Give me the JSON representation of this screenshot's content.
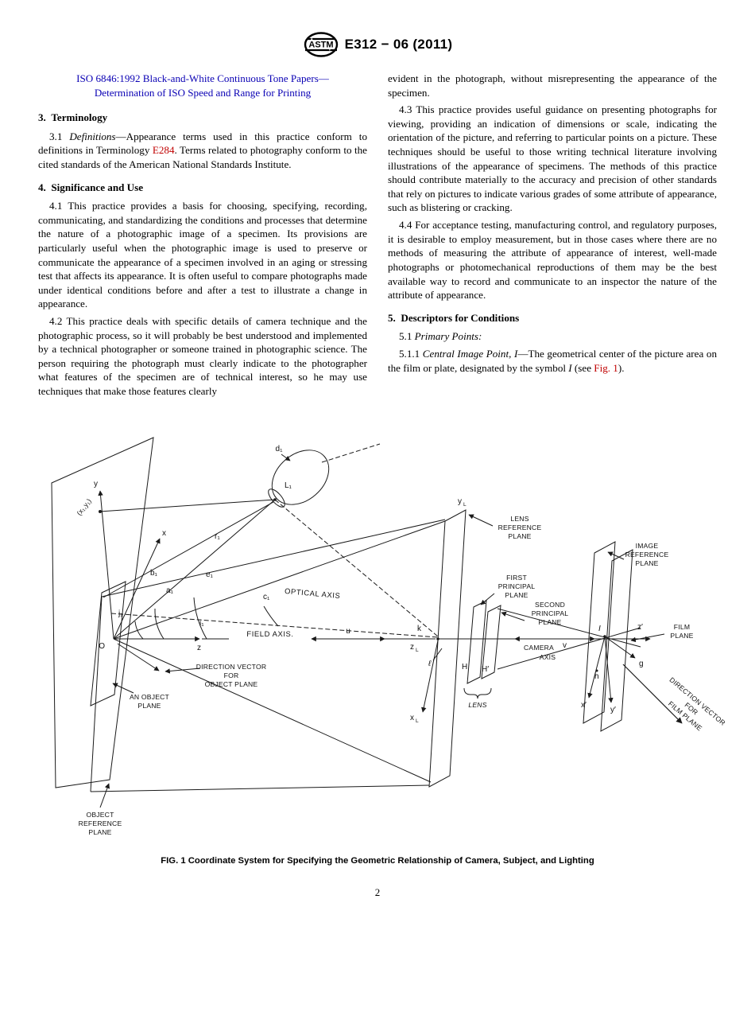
{
  "colors": {
    "external_link": "#0a00b4",
    "internal_link": "#c00000"
  },
  "header": {
    "logo_text": "ASTM",
    "designation": "E312 − 06 (2011)"
  },
  "left_column": {
    "iso_link_lines": [
      "ISO 6846:1992 Black-and-White Continuous Tone Papers—",
      "Determination of ISO Speed and Range for Printing"
    ],
    "s3_title": "3.  Terminology",
    "p31": [
      {
        "t": "3.1 ",
        "n": "para-number"
      },
      {
        "t": "Definitions",
        "s": "i",
        "n": "term-definitions"
      },
      {
        "t": "—Appearance terms used in this practice conform to definitions in Terminology ",
        "n": "text-run"
      },
      {
        "t": "E284",
        "s": "red",
        "n": "link-E284"
      },
      {
        "t": ". Terms related to photography conform to the cited standards of the American National Standards Institute.",
        "n": "text-run"
      }
    ],
    "s4_title": "4.  Significance and Use",
    "p41": "4.1 This practice provides a basis for choosing, specifying, recording, communicating, and standardizing the conditions and processes that determine the nature of a photographic image of a specimen. Its provisions are particularly useful when the photographic image is used to preserve or communicate the appearance of a specimen involved in an aging or stressing test that affects its appearance. It is often useful to compare photographs made under identical conditions before and after a test to illustrate a change in appearance.",
    "p42": "4.2 This practice deals with specific details of camera technique and the photographic process, so it will probably be best understood and implemented by a technical photographer or someone trained in photographic science. The person requiring the photograph must clearly indicate to the photographer what features of the specimen are of technical interest, so he may use techniques that make those features clearly"
  },
  "right_column": {
    "p42_cont": "evident in the photograph, without misrepresenting the appearance of the specimen.",
    "p43": "4.3 This practice provides useful guidance on presenting photographs for viewing, providing an indication of dimensions or scale, indicating the orientation of the picture, and referring to particular points on a picture. These techniques should be useful to those writing technical literature involving illustrations of the appearance of specimens. The methods of this practice should contribute materially to the accuracy and precision of other standards that rely on pictures to indicate various grades of some attribute of appearance, such as blistering or cracking.",
    "p44": "4.4 For acceptance testing, manufacturing control, and regulatory purposes, it is desirable to employ measurement, but in those cases where there are no methods of measuring the attribute of appearance of interest, well-made photographs or photomechanical reproductions of them may be the best available way to record and communicate to an inspector the nature of the attribute of appearance.",
    "s5_title": "5.  Descriptors for Conditions",
    "p51": [
      {
        "t": "5.1 ",
        "n": "para-number"
      },
      {
        "t": "Primary Points:",
        "s": "i",
        "n": "term-primary-points"
      }
    ],
    "p511": [
      {
        "t": "5.1.1 ",
        "n": "para-number"
      },
      {
        "t": "Central Image Point, I",
        "s": "i",
        "n": "term-central-image-point"
      },
      {
        "t": "—The geometrical center of the picture area on the film or plate, designated by the symbol ",
        "n": "text-run"
      },
      {
        "t": "I",
        "s": "i",
        "n": "symbol-I"
      },
      {
        "t": " (see ",
        "n": "text-run"
      },
      {
        "t": "Fig. 1",
        "s": "red",
        "n": "link-fig-1"
      },
      {
        "t": ").",
        "n": "text-run"
      }
    ]
  },
  "figure": {
    "caption": "FIG. 1 Coordinate System for Specifying the Geometric Relationship of Camera, Subject, and Lighting",
    "labels": {
      "y_axis": "y",
      "x_axis": "x",
      "z_axis": "z",
      "origin": "O",
      "point_xy": "(x₁,y₁)",
      "d1": "d₁",
      "L1": "L₁",
      "r1": "r₁",
      "e1": "e₁",
      "c1": "c₁",
      "a1": "a₁",
      "b1": "b₁",
      "i1": "i₁",
      "j1": "j₁",
      "optical_axis": "OPTICAL AXIS",
      "field_axis": "FIELD AXIS.",
      "u": "u",
      "k": "k",
      "zL_main": "z",
      "zL_sub": "L",
      "yL_main": "y",
      "yL_sub": "L",
      "xL_main": "x",
      "xL_sub": "L",
      "ell": "ℓ",
      "H": "H",
      "H_prime": "H′",
      "lens": "LENS",
      "lens_ref_plane": [
        "LENS",
        "REFERENCE",
        "PLANE"
      ],
      "first_principal": [
        "FIRST",
        "PRINCIPAL",
        "PLANE"
      ],
      "second_principal": [
        "SECOND",
        "PRINCIPAL",
        "PLANE"
      ],
      "camera_axis": [
        "CAMERA",
        "AXIS"
      ],
      "v": "v",
      "z_prime": "z′",
      "image_ref_plane": [
        "IMAGE",
        "REFERENCE",
        "PLANE"
      ],
      "film_plane": [
        "FILM",
        "PLANE"
      ],
      "I": "I",
      "g": "g",
      "h": "h",
      "x_prime": "x′",
      "y_prime": "y′",
      "dir_obj": [
        "DIRECTION VECTOR",
        "FOR",
        "OBJECT PLANE"
      ],
      "dir_film": [
        "DIRECTION VECTOR",
        "FOR",
        "FILM PLANE"
      ],
      "an_object_plane": [
        "AN OBJECT",
        "PLANE"
      ],
      "object_ref_plane": [
        "OBJECT",
        "REFERENCE",
        "PLANE"
      ]
    }
  },
  "footer": {
    "page_number": "2"
  }
}
